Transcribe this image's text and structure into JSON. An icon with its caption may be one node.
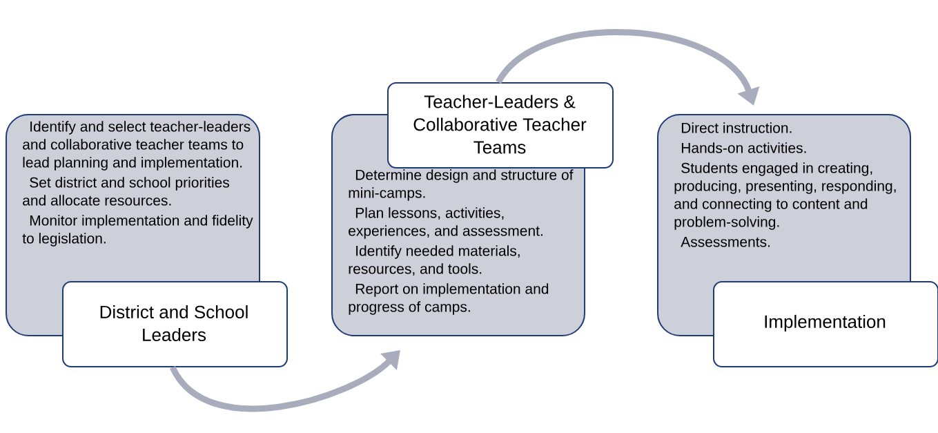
{
  "diagram": {
    "nodes": [
      {
        "text": [
          "Identify and select teacher-leaders and collaborative teacher teams to lead planning and implementation.",
          "Set district and school priorities and allocate resources.",
          "Monitor implementation and fidelity to legislation."
        ]
      },
      {
        "text": [
          "District and School Leaders"
        ]
      },
      {
        "text": [
          "Determine design and structure of mini-camps.",
          "Plan lessons, activities, experiences, and assessment.",
          "Identify needed materials, resources, and tools.",
          "Report on implementation and progress of camps."
        ]
      },
      {
        "text": [
          "Teacher-Leaders & Collaborative Teacher Teams"
        ]
      },
      {
        "text": [
          "Direct instruction.",
          "Hands-on activities.",
          "Students engaged in creating, producing, presenting, responding, and connecting to content and problem-solving.",
          "Assessments."
        ]
      },
      {
        "text": [
          "Implementation"
        ]
      }
    ],
    "edges": [
      {
        "from": 1,
        "to": 2,
        "arrow": "to"
      },
      {
        "from": 3,
        "to": 4,
        "arrow": "to"
      }
    ]
  }
}
